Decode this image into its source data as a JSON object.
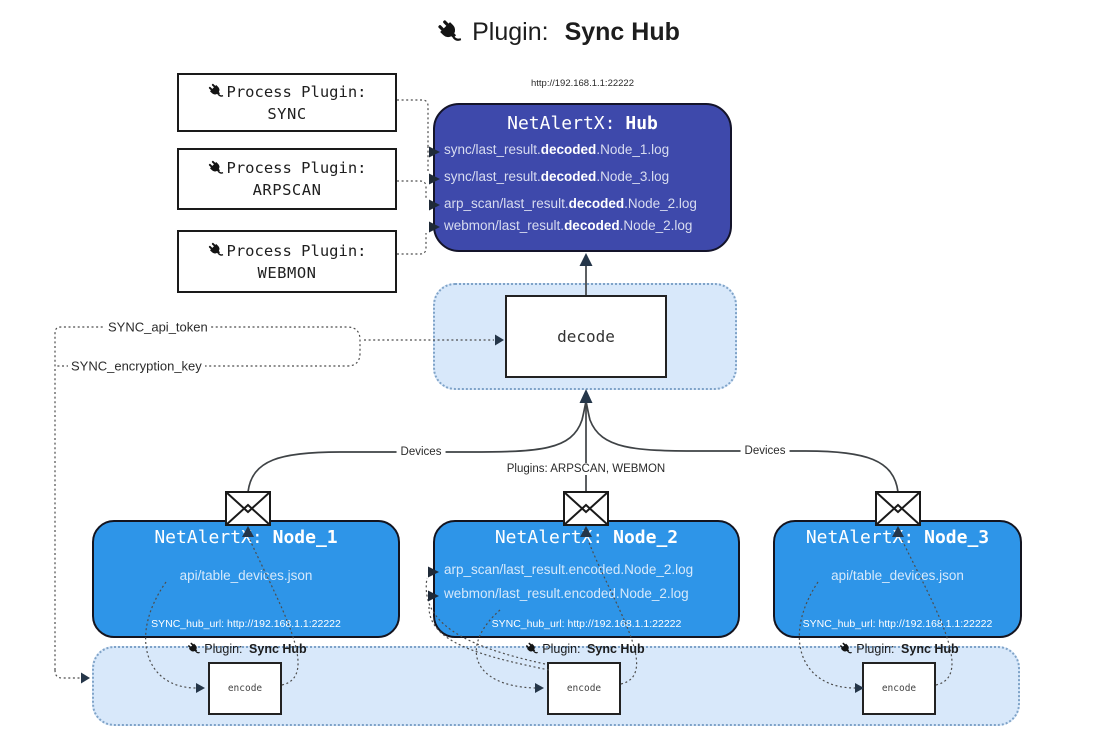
{
  "title": {
    "label": "Plugin:",
    "name": "Sync Hub"
  },
  "hub": {
    "url": "http://192.168.1.1:22222",
    "title_label": "NetAlertX:",
    "title_name": "Hub",
    "lines": [
      {
        "pre": "sync/last_result.",
        "mid": "decoded",
        "post": ".Node_1.log"
      },
      {
        "pre": "sync/last_result.",
        "mid": "decoded",
        "post": ".Node_3.log"
      },
      {
        "pre": "arp_scan/last_result.",
        "mid": "decoded",
        "post": ".Node_2.log"
      },
      {
        "pre": "webmon/last_result.",
        "mid": "decoded",
        "post": ".Node_2.log"
      }
    ]
  },
  "process_plugins": [
    {
      "label": "Process Plugin:",
      "name": "SYNC"
    },
    {
      "label": "Process Plugin:",
      "name": "ARPSCAN"
    },
    {
      "label": "Process Plugin:",
      "name": "WEBMON"
    }
  ],
  "settings": {
    "api_token": "SYNC_api_token",
    "encryption_key": "SYNC_encryption_key"
  },
  "decode_label": "decode",
  "edge_labels": {
    "devices_left": "Devices",
    "plugins_center": "Plugins: ARPSCAN, WEBMON",
    "devices_right": "Devices"
  },
  "nodes": [
    {
      "title_label": "NetAlertX:",
      "title_name": "Node_1",
      "lines": [
        "api/table_devices.json"
      ],
      "hub_url": "SYNC_hub_url: http://192.168.1.1:22222"
    },
    {
      "title_label": "NetAlertX:",
      "title_name": "Node_2",
      "lines": [
        "arp_scan/last_result.encoded.Node_2.log",
        "webmon/last_result.encoded.Node_2.log"
      ],
      "hub_url": "SYNC_hub_url: http://192.168.1.1:22222"
    },
    {
      "title_label": "NetAlertX:",
      "title_name": "Node_3",
      "lines": [
        "api/table_devices.json"
      ],
      "hub_url": "SYNC_hub_url: http://192.168.1.1:22222"
    }
  ],
  "encode": {
    "plugin_label": "Plugin:",
    "plugin_name": "Sync Hub",
    "box_label": "encode"
  },
  "colors": {
    "hub_bg": "#3e49ab",
    "node_bg": "#2e95e8",
    "panel_bg": "#d8e8fa",
    "panel_border": "#7fa3c8",
    "line": "#3f4346",
    "arrow": "#253649",
    "hub_text": "#d8dcf0",
    "node_text": "#d6e9fb"
  }
}
